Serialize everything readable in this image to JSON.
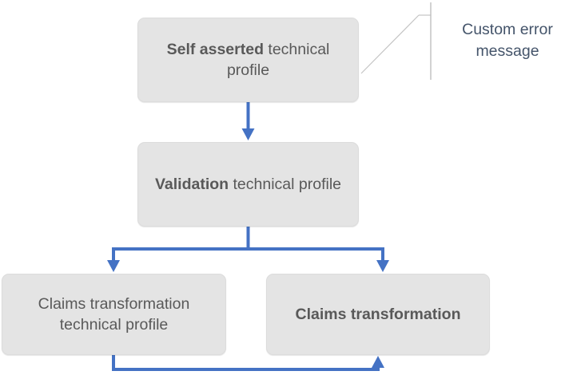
{
  "diagram": {
    "type": "flowchart",
    "background_color": "#FFFFFF",
    "node_fill_color": "#E4E4E4",
    "node_border_color": "#DCDCDC",
    "node_text_color": "#595959",
    "arrow_color": "#4472C4",
    "callout_line_color": "#BFBFBF",
    "callout_text_color": "#44546A",
    "nodes": [
      {
        "id": "self-asserted",
        "bold_text": "Self asserted",
        "regular_text": " technical profile",
        "full_text": "Self asserted technical profile"
      },
      {
        "id": "validation",
        "bold_text": "Validation",
        "regular_text": " technical profile",
        "full_text": "Validation technical profile"
      },
      {
        "id": "claims-transformation-technical-profile",
        "bold_text": "",
        "regular_text": "Claims transformation technical profile",
        "full_text": "Claims transformation technical profile"
      },
      {
        "id": "claims-transformation",
        "bold_text": "Claims transformation",
        "regular_text": "",
        "full_text": "Claims transformation"
      }
    ],
    "callout": {
      "label_line_1": "Custom error",
      "label_line_2": "message",
      "label": "Custom error message",
      "anchor_node": "self-asserted"
    },
    "edges": [
      {
        "from": "self-asserted",
        "to": "validation",
        "style": "straight-down-arrow"
      },
      {
        "from": "validation",
        "to": "claims-transformation-technical-profile",
        "style": "branch-down-arrow"
      },
      {
        "from": "validation",
        "to": "claims-transformation",
        "style": "branch-down-arrow"
      },
      {
        "from": "claims-transformation-technical-profile",
        "to": "claims-transformation",
        "style": "bottom-loop-up-arrow"
      }
    ]
  }
}
